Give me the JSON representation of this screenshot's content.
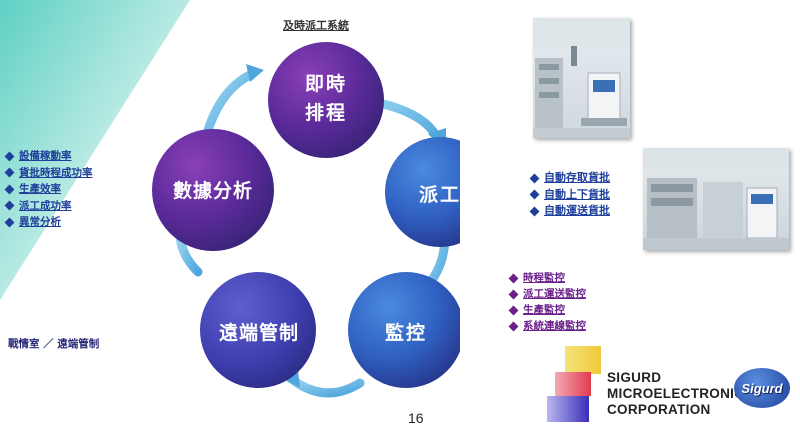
{
  "top_label": "及時派工系統",
  "cycle": {
    "schedule": "即時\n排程",
    "dispatch": "派工",
    "monitor": "監控",
    "remote": "遠端管制",
    "analysis": "數據分析"
  },
  "left_metrics": [
    "設備稼動率",
    "貨批時程成功率",
    "生產效率",
    "派工成功率",
    "異常分析"
  ],
  "war_room": "戰情室 ／ 遠端管制",
  "automation_list": [
    "自動存取貨批",
    "自動上下貨批",
    "自動運送貨批"
  ],
  "monitoring_list": [
    "時程監控",
    "派工運送監控",
    "生產監控",
    "系統連線監控"
  ],
  "page_number": "16",
  "logo": {
    "line1": "SIGURD",
    "line2": "MICROELECTRONICS",
    "line3": "CORPORATION",
    "badge": "Sigurd"
  },
  "colors": {
    "blue_bullet": "#1f3f9a",
    "purple_bullet": "#6a1f8a",
    "circle_dark": "#3b2f8f",
    "circle_blue": "#2f62c8"
  }
}
